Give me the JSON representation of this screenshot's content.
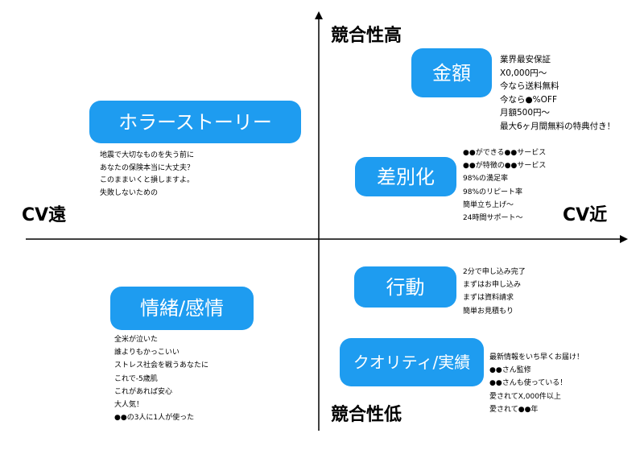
{
  "axes": {
    "top_label": "競合性高",
    "bottom_label": "競合性低",
    "left_label": "CV遠",
    "right_label": "CV近"
  },
  "colors": {
    "box_fill": "#1e9cf0",
    "box_text": "#ffffff",
    "axis": "#000000"
  },
  "quadrants": {
    "horror_story": {
      "label": "ホラーストーリー",
      "notes": [
        "地震で大切なものを失う前に",
        "あなたの保険本当に大丈夫？",
        "このままいくと損しますよ。",
        "失敗しないための"
      ]
    },
    "price": {
      "label": "金額",
      "notes": [
        "業界最安保証",
        "X0,000円〜",
        "今なら送料無料",
        "今なら●%OFF",
        "月額500円〜",
        "最大6ヶ月間無料の特典付き！"
      ]
    },
    "differentiation": {
      "label": "差別化",
      "notes": [
        "●●ができる●●サービス",
        "●●が特徴の●●サービス",
        "98%の満足率",
        "98%のリピート率",
        "簡単立ち上げ〜",
        "24時間サポート〜"
      ]
    },
    "action": {
      "label": "行動",
      "notes": [
        "2分で申し込み完了",
        "まずはお申し込み",
        "まずは資料請求",
        "簡単お見積もり"
      ]
    },
    "emotion": {
      "label": "情緒/感情",
      "notes": [
        "全米が泣いた",
        "誰よりもかっこいい",
        "ストレス社会を戦うあなたに",
        "これで-5歳肌",
        "これがあれば安心",
        "大人気！",
        "●●の3人に1人が使った"
      ]
    },
    "quality": {
      "label": "クオリティ/実績",
      "notes": [
        "最新情報をいち早くお届け！",
        "●●さん監修",
        "●●さんも使っている！",
        "愛されてX,000件以上",
        "愛されて●●年"
      ]
    }
  }
}
